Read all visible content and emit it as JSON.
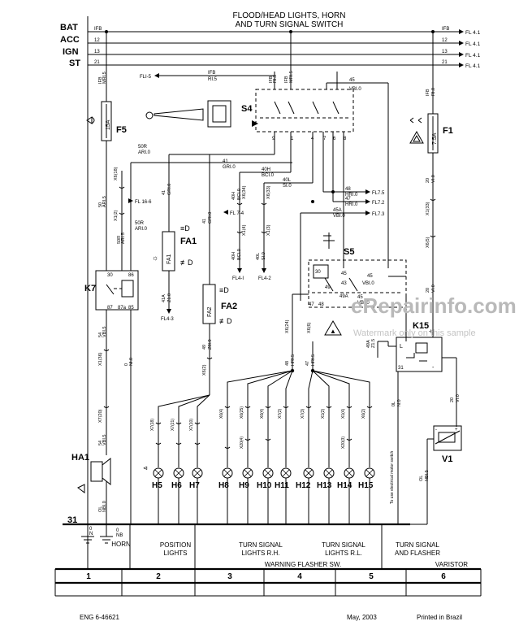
{
  "title": {
    "line1": "FLOOD/HEAD LIGHTS, HORN",
    "line2": "AND TURN SIGNAL SWITCH"
  },
  "supply_rails": [
    {
      "name": "BAT",
      "wire": "IFB",
      "dest": "FL 4.1"
    },
    {
      "name": "ACC",
      "wire": "12",
      "dest": "FL 4.1"
    },
    {
      "name": "IGN",
      "wire": "13",
      "dest": "FL 4.1"
    },
    {
      "name": "ST",
      "wire": "21",
      "dest": "FL 4.1"
    }
  ],
  "fuses": [
    {
      "id": "F5",
      "rating": "15A"
    },
    {
      "id": "F1",
      "rating": "7.5A"
    }
  ],
  "components": {
    "switch": "S4",
    "hazard_switch": "S5",
    "relay": "K7",
    "flasher": "K15",
    "horn": "HA1",
    "varistor": "V1",
    "front_lamp": "FA1",
    "rear_lamp": "FA2",
    "ground": "31",
    "lamps": [
      "H5",
      "H6",
      "H7",
      "H8",
      "H9",
      "H10",
      "H11",
      "H12",
      "H13",
      "H14",
      "H15"
    ]
  },
  "wire_labels": [
    {
      "text": "IFB"
    },
    {
      "text": "MRI.5"
    },
    {
      "text": "FLI-5"
    },
    {
      "text": "IFB"
    },
    {
      "text": "RI.5"
    },
    {
      "text": "IFB"
    },
    {
      "text": "RI.5"
    },
    {
      "text": "MRI.5"
    },
    {
      "text": "45"
    },
    {
      "text": "VBI.0"
    },
    {
      "text": "IFB"
    },
    {
      "text": "RI.0"
    },
    {
      "text": "50R"
    },
    {
      "text": "ARI.0"
    },
    {
      "text": "X6(18)"
    },
    {
      "text": "50"
    },
    {
      "text": "ARI.5"
    },
    {
      "text": "FL 16-6"
    },
    {
      "text": "X1(2)"
    },
    {
      "text": "50R"
    },
    {
      "text": "ARI.0"
    },
    {
      "text": "X1(34)"
    },
    {
      "text": "50R"
    },
    {
      "text": "ARI.5"
    },
    {
      "text": "41"
    },
    {
      "text": "GRI.0"
    },
    {
      "text": "41"
    },
    {
      "text": "GRI.0"
    },
    {
      "text": "40H"
    },
    {
      "text": "BCI.0"
    },
    {
      "text": "40L"
    },
    {
      "text": "SI.0"
    },
    {
      "text": "40H"
    },
    {
      "text": "BCI.0"
    },
    {
      "text": "X6(34)"
    },
    {
      "text": "FL 7-4"
    },
    {
      "text": "X6(33)"
    },
    {
      "text": "X1(4)"
    },
    {
      "text": "X1(3)"
    },
    {
      "text": "40H"
    },
    {
      "text": "BCI.0"
    },
    {
      "text": "40L"
    },
    {
      "text": "SI.0"
    },
    {
      "text": "FL4-I"
    },
    {
      "text": "FL4-2"
    },
    {
      "text": "41A"
    },
    {
      "text": "Z1.0"
    },
    {
      "text": "FL4-3"
    },
    {
      "text": "48"
    },
    {
      "text": "HRI.0"
    },
    {
      "text": "47"
    },
    {
      "text": "HRI.0"
    },
    {
      "text": "45A"
    },
    {
      "text": "VBI.0"
    },
    {
      "text": "FL7.5"
    },
    {
      "text": "FL7.2"
    },
    {
      "text": "FL7.3"
    },
    {
      "text": "20"
    },
    {
      "text": "VI.0"
    },
    {
      "text": "X1(33)"
    },
    {
      "text": "X6(5)"
    },
    {
      "text": "20"
    },
    {
      "text": "VI.0"
    },
    {
      "text": "54"
    },
    {
      "text": "VBI.5"
    },
    {
      "text": "X1(36)"
    },
    {
      "text": "0"
    },
    {
      "text": "NI.0"
    },
    {
      "text": "X6(2)"
    },
    {
      "text": "49"
    },
    {
      "text": "Z8I.0"
    },
    {
      "text": "X6(24)"
    },
    {
      "text": "X6(6)"
    },
    {
      "text": "48"
    },
    {
      "text": "HRI.5"
    },
    {
      "text": "47"
    },
    {
      "text": "HRI.5"
    },
    {
      "text": "49A"
    },
    {
      "text": "Z1.5"
    },
    {
      "text": "X7(20)"
    },
    {
      "text": "54"
    },
    {
      "text": "VBI.5"
    },
    {
      "text": "OL"
    },
    {
      "text": "NBI.0"
    },
    {
      "text": "OL"
    },
    {
      "text": "NBI.5"
    },
    {
      "text": "0"
    },
    {
      "text": "N"
    },
    {
      "text": "0"
    },
    {
      "text": "NB"
    },
    {
      "text": "0L"
    },
    {
      "text": "N.0"
    },
    {
      "text": "To use electrical motor switch"
    },
    {
      "text": "20"
    },
    {
      "text": "VI.0"
    },
    {
      "text": "X7(18)"
    },
    {
      "text": "X7(21)"
    },
    {
      "text": "X7(10)"
    },
    {
      "text": "X6(4)"
    },
    {
      "text": "X6(25)"
    },
    {
      "text": "X6(4)"
    },
    {
      "text": "X7(2)"
    },
    {
      "text": "X7(3)"
    },
    {
      "text": "X1(2)"
    },
    {
      "text": "X1(4)"
    },
    {
      "text": "X6(2)"
    },
    {
      "text": "X20(4)"
    },
    {
      "text": "X20(3)"
    }
  ],
  "pins": {
    "s4": [
      "9",
      "1",
      "4",
      "7",
      "6",
      "8"
    ],
    "s5": [
      "30",
      "49",
      "49A",
      "45",
      "43",
      "47",
      "48",
      "45",
      "45"
    ],
    "k7": [
      "30",
      "87",
      "87a",
      "86",
      "85"
    ],
    "k15": [
      "L",
      "+",
      "-",
      "31"
    ],
    "v1": [
      "+",
      "-"
    ]
  },
  "sections": [
    {
      "label": "HORN",
      "number": "1"
    },
    {
      "label": "POSITION LIGHTS",
      "number": "2"
    },
    {
      "label": "TURN SIGNAL LIGHTS R.H.",
      "number": "3"
    },
    {
      "label": "TURN SIGNAL LIGHTS R.L.",
      "number": "4"
    },
    {
      "label": "TURN SIGNAL AND FLASHER",
      "number": "5"
    },
    {
      "label": "",
      "number": "6"
    }
  ],
  "bottom_strip": {
    "warning_flasher": "WARNING FLASHER SW.",
    "varistor": "VARISTOR"
  },
  "footer": {
    "left": "ENG 6-46621",
    "center": "May, 2003",
    "right": "Printed in Brazil"
  },
  "watermark": {
    "text1": "eRepairinfo.com",
    "text2": "Watermark only on this sample"
  }
}
